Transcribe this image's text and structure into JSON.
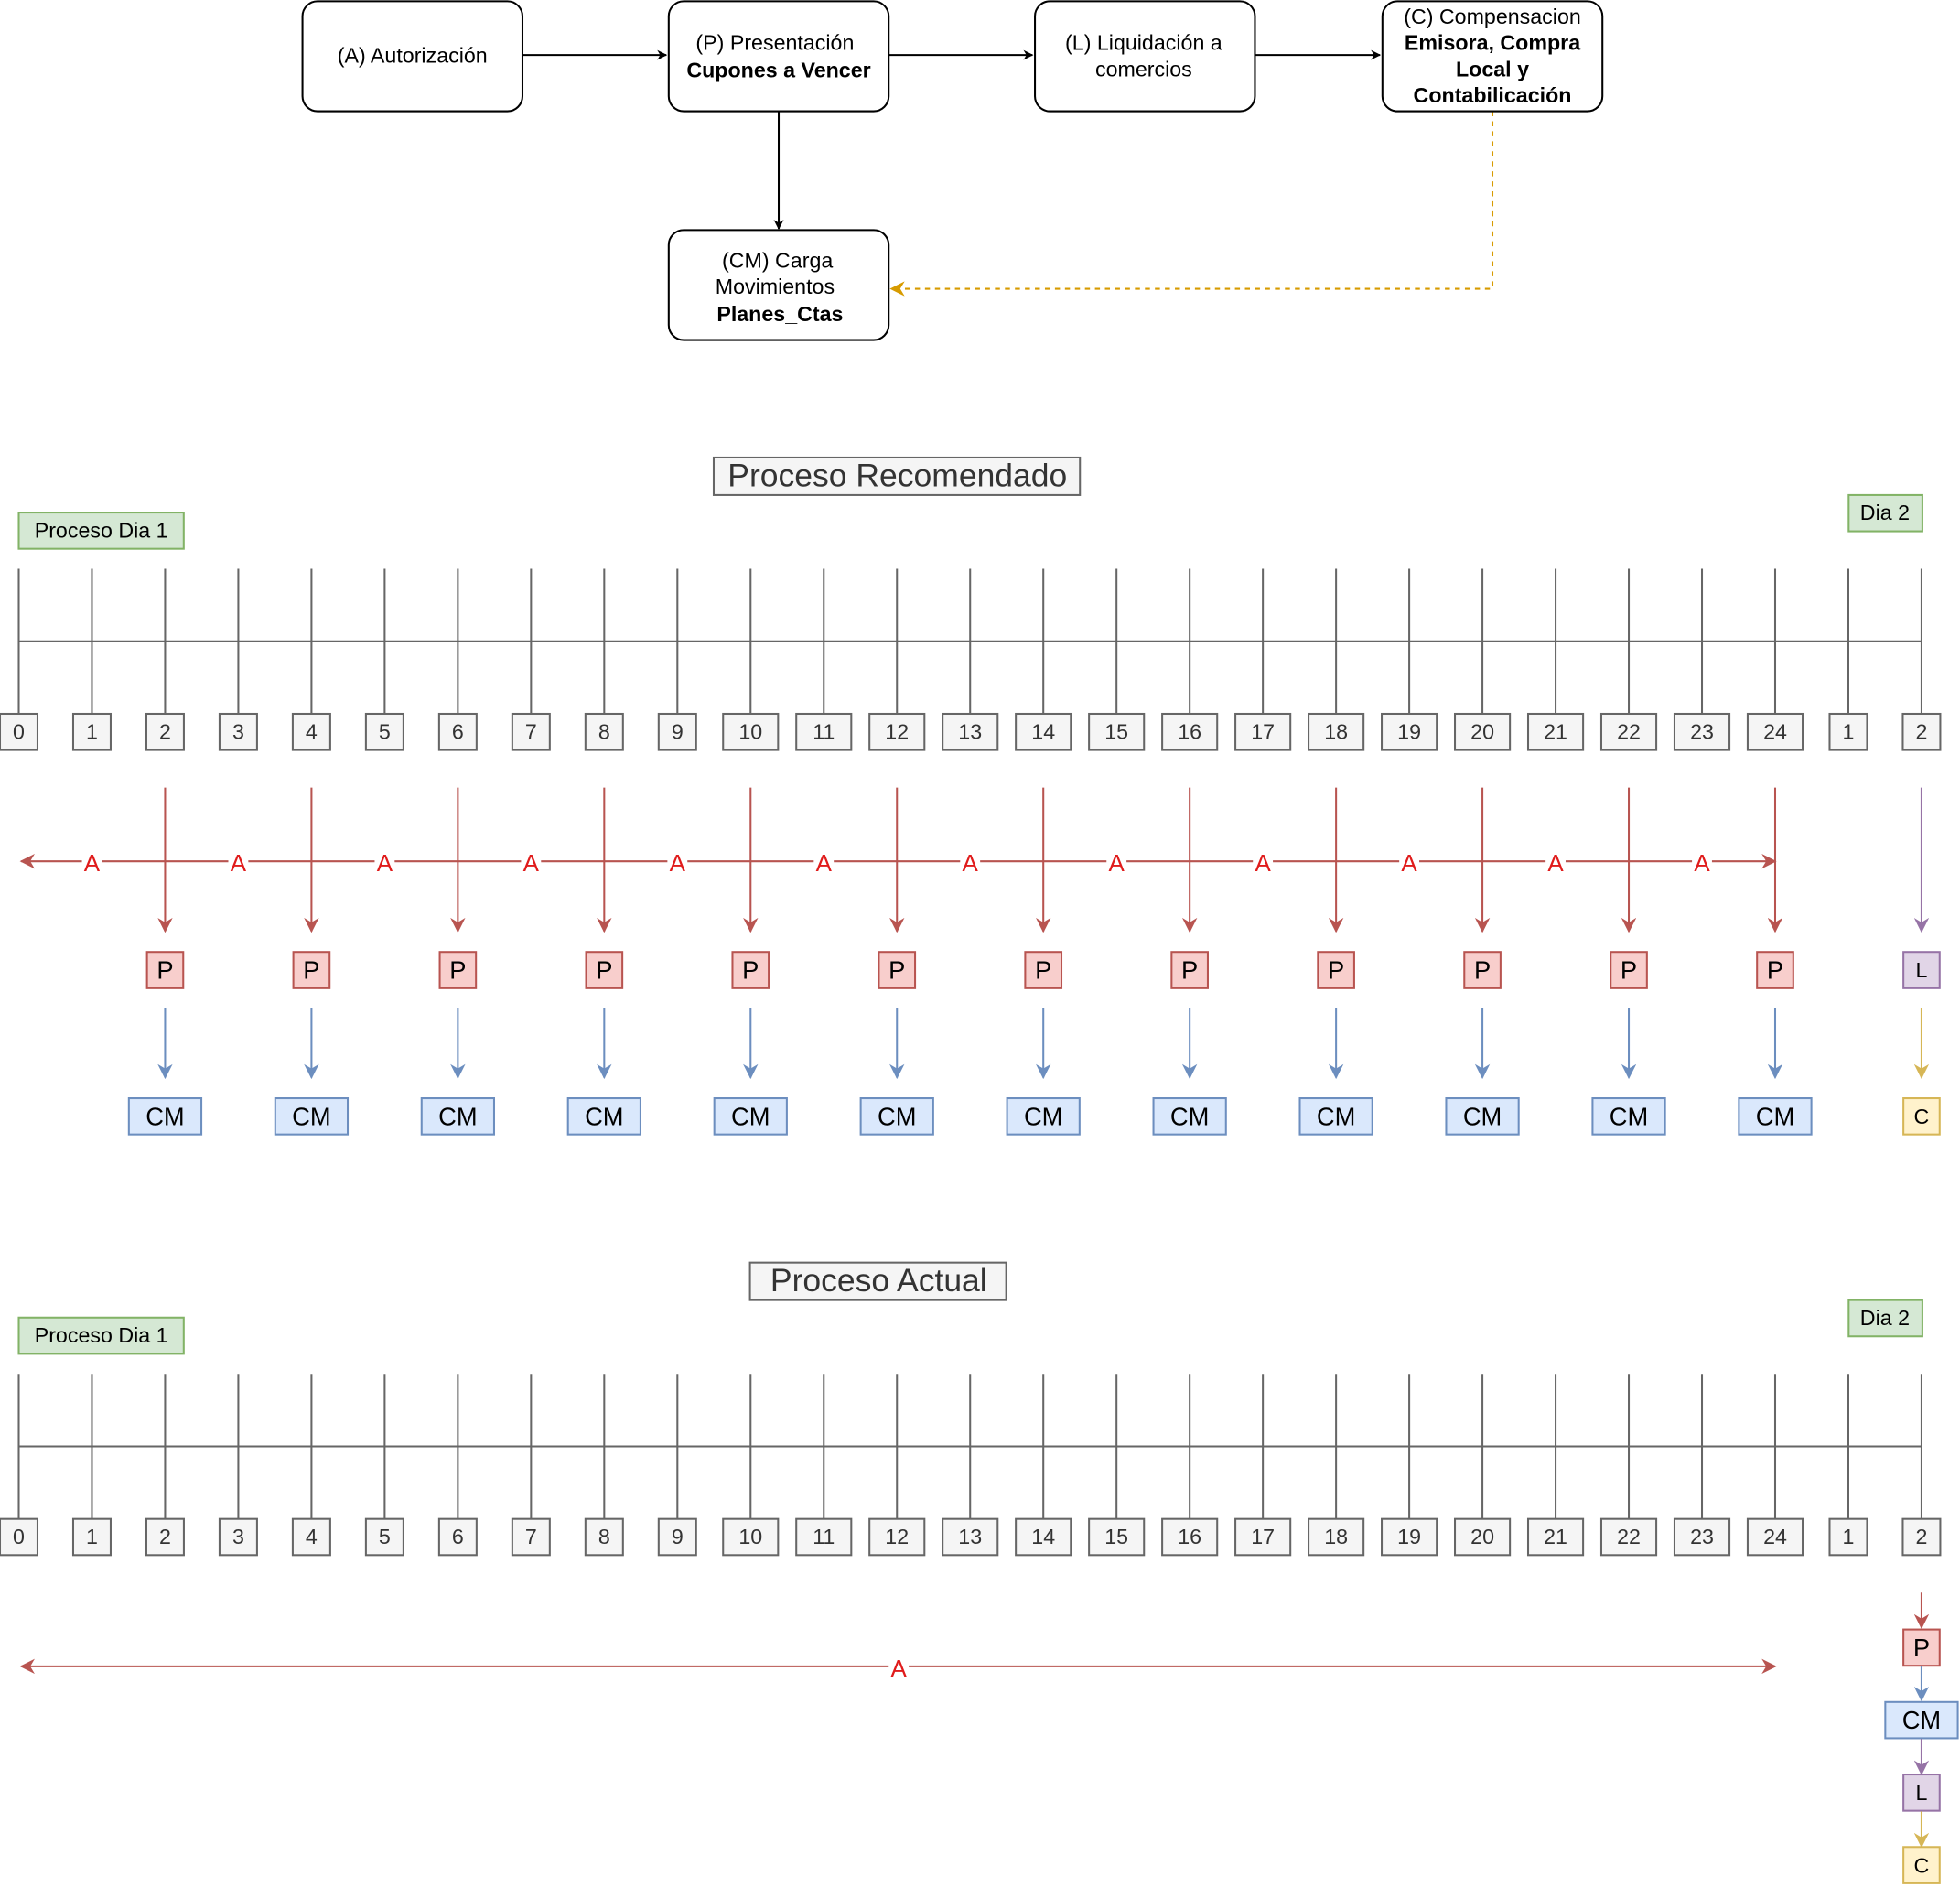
{
  "flow": {
    "autorizacion": "(A) Autorización",
    "presentacion_line1": "(P) Presentación",
    "presentacion_line2": "Cupones a Vencer",
    "liquidacion_line1": "(L) Liquidación a",
    "liquidacion_line2": "comercios",
    "compensacion_line1": "(C) Compensacion",
    "compensacion_line2": "Emisora, Compra",
    "compensacion_line3": "Local y",
    "compensacion_line4": "Contabilicación",
    "carga_line1": "(CM) Carga",
    "carga_line2": "Movimientos",
    "carga_line3": "Planes_Ctas"
  },
  "timeline_hours": [
    "0",
    "1",
    "2",
    "3",
    "4",
    "5",
    "6",
    "7",
    "8",
    "9",
    "10",
    "11",
    "12",
    "13",
    "14",
    "15",
    "16",
    "17",
    "18",
    "19",
    "20",
    "21",
    "22",
    "23",
    "24",
    "1",
    "2"
  ],
  "labels": {
    "a": "A",
    "p": "P",
    "cm": "CM",
    "l": "L",
    "c": "C"
  },
  "recomendado": {
    "title": "Proceso Recomendado",
    "day1": "Proceso Dia 1",
    "day2": "Dia 2",
    "presentation_hours": [
      2,
      4,
      6,
      8,
      10,
      12,
      14,
      16,
      18,
      20,
      22,
      24
    ]
  },
  "actual": {
    "title": "Proceso Actual",
    "day1": "Proceso Dia 1",
    "day2": "Dia 2"
  },
  "colors": {
    "red_stroke": "#b85450",
    "red_fill": "#f8cecc",
    "red_text": "#e01b1b",
    "blue_stroke": "#6c8ebf",
    "blue_fill": "#dae8fc",
    "purple_stroke": "#9673a6",
    "purple_fill": "#e1d5e7",
    "yellow_stroke": "#d6b656",
    "yellow_fill": "#fff2cc",
    "green_stroke": "#82b366",
    "green_fill": "#d5e8d4",
    "gray_stroke": "#666666",
    "gray_fill": "#f5f5f5",
    "orange_dashed": "#d79b00"
  }
}
